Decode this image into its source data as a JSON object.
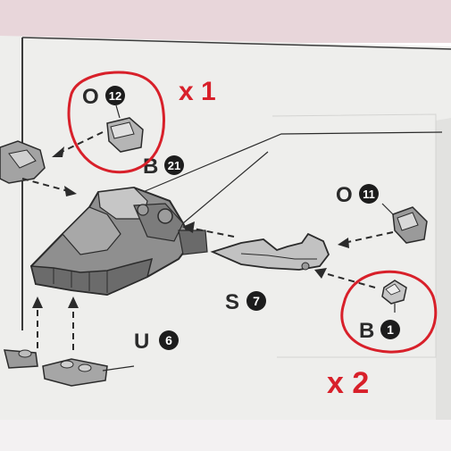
{
  "parts": {
    "o12": {
      "letter": "O",
      "number": "12"
    },
    "b21": {
      "letter": "B",
      "number": "21"
    },
    "o11": {
      "letter": "O",
      "number": "11"
    },
    "s7": {
      "letter": "S",
      "number": "7"
    },
    "b1": {
      "letter": "B",
      "number": "1"
    },
    "u6": {
      "letter": "U",
      "number": "6"
    }
  },
  "annotations": {
    "qty_o12": "x 1",
    "qty_b1": "x 2"
  },
  "colors": {
    "paper": "#efefed",
    "line": "#2b2b2b",
    "part_fill": "#9a9a9a",
    "part_dark": "#5f5f5f",
    "part_light": "#d8d8d8",
    "marker_red": "#d8202a",
    "background_pink": "#e7d3d8"
  }
}
